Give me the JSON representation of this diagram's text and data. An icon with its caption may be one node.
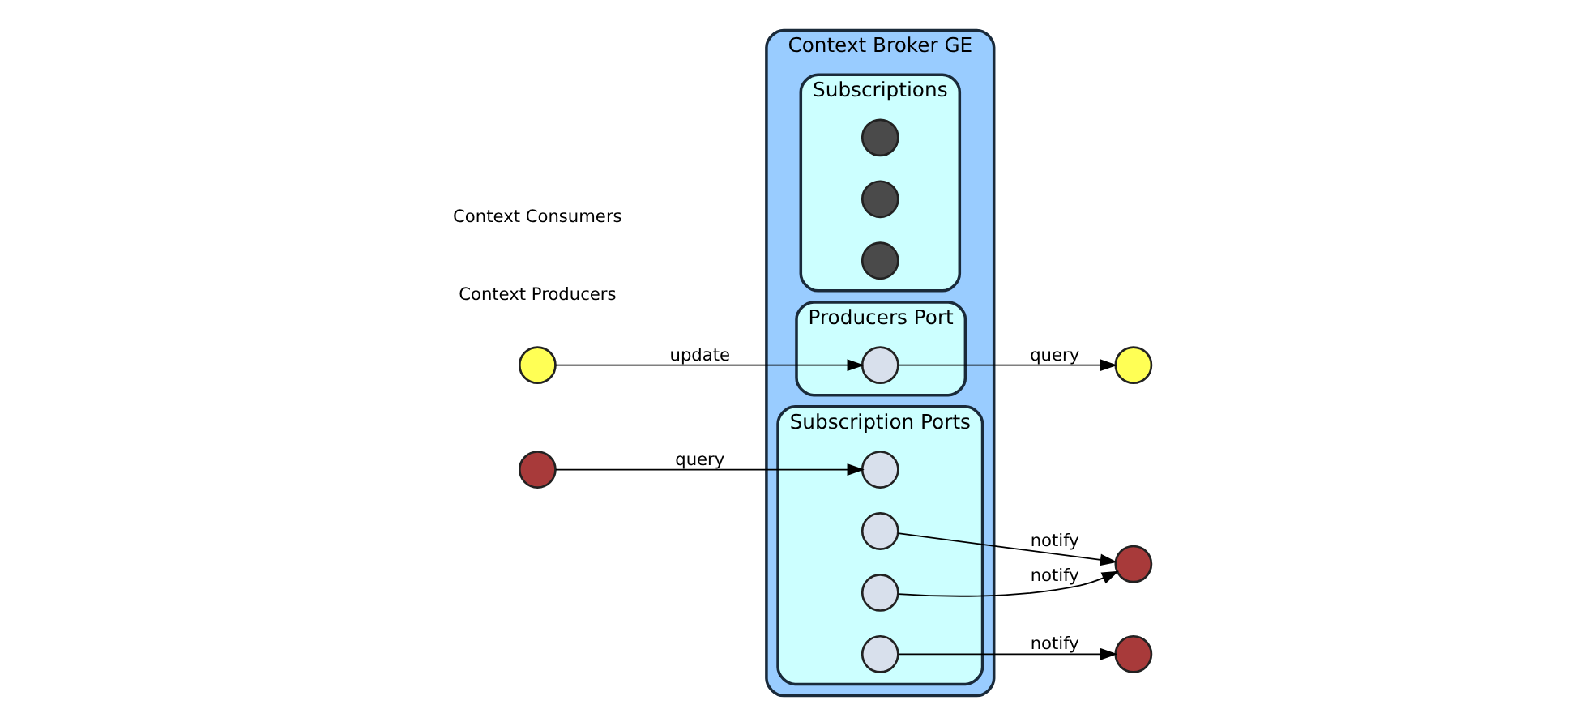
{
  "diagram": {
    "nodes": [
      {
        "text": [
          "Context Broker GE"
        ]
      },
      {
        "text": [
          "Subscriptions"
        ],
        "in": 0
      },
      {
        "text": [],
        "shape": "circle",
        "in": 1
      },
      {
        "text": [],
        "shape": "circle",
        "in": 1
      },
      {
        "text": [],
        "shape": "circle",
        "in": 1
      },
      {
        "text": [
          "Producers Port"
        ],
        "in": 0
      },
      {
        "text": [],
        "shape": "circle",
        "in": 5
      },
      {
        "text": [
          "Subscription Ports"
        ],
        "in": 0
      },
      {
        "text": [],
        "shape": "circle",
        "in": 7
      },
      {
        "text": [],
        "shape": "circle",
        "in": 7
      },
      {
        "text": [],
        "shape": "circle",
        "in": 7
      },
      {
        "text": [],
        "shape": "circle",
        "in": 7
      },
      {
        "text": [],
        "shape": "circle"
      },
      {
        "text": [],
        "shape": "circle"
      },
      {
        "text": [],
        "shape": "circle"
      },
      {
        "text": [],
        "shape": "circle"
      },
      {
        "text": [],
        "shape": "circle"
      }
    ],
    "edges": [
      {
        "from": 12,
        "to": 6,
        "arrow": "to",
        "label": "update"
      },
      {
        "from": 6,
        "to": 13,
        "arrow": "to",
        "label": "query"
      },
      {
        "from": 14,
        "to": 8,
        "arrow": "to",
        "label": "query"
      },
      {
        "from": 9,
        "to": 15,
        "arrow": "to",
        "label": "notify"
      },
      {
        "from": 10,
        "to": 15,
        "arrow": "to",
        "label": "notify"
      },
      {
        "from": 11,
        "to": 16,
        "arrow": "to",
        "label": "notify"
      }
    ],
    "labels": [
      "Context Producers",
      "Context Consumers"
    ]
  }
}
